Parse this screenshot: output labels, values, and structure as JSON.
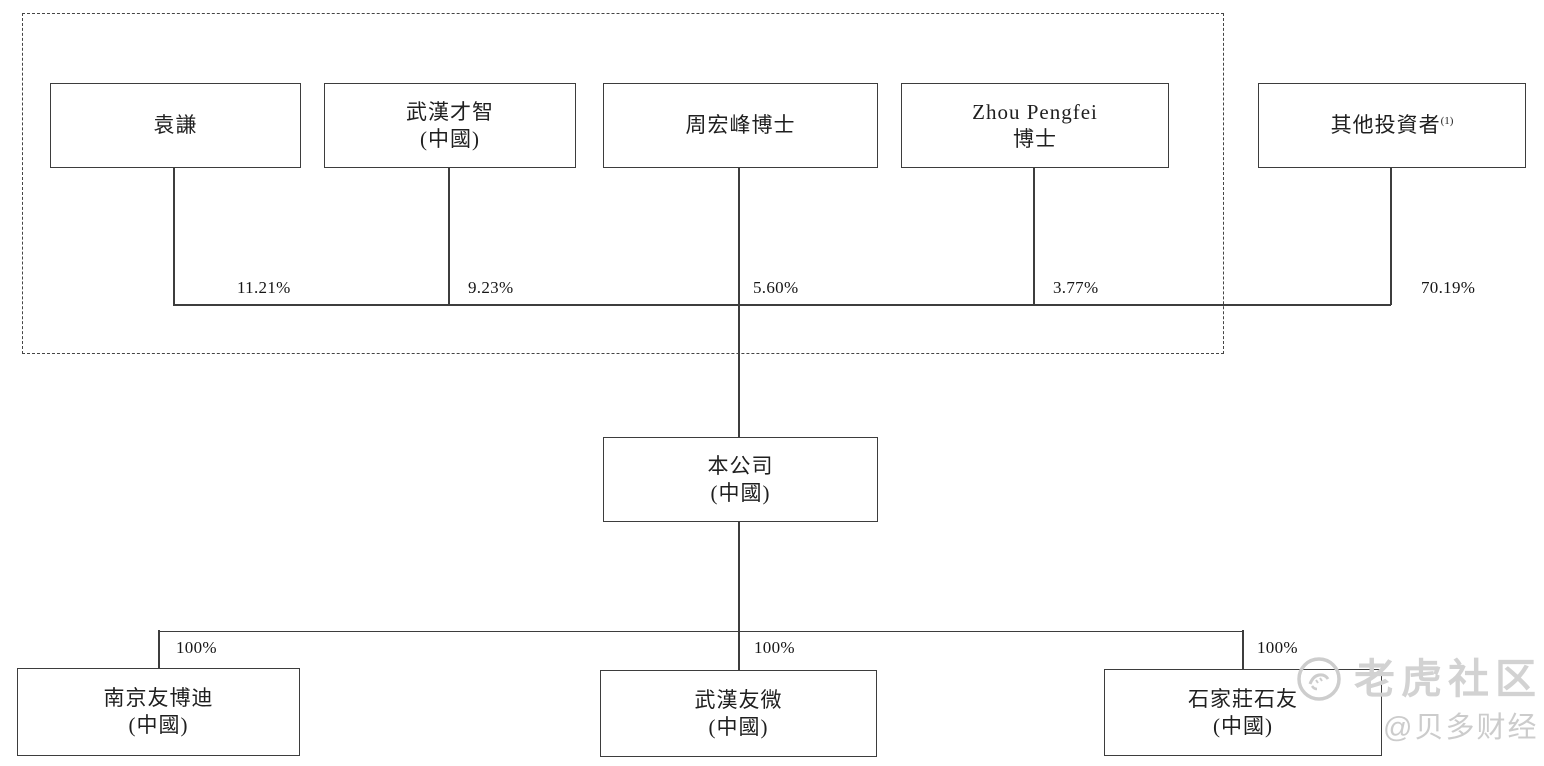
{
  "diagram_title": "shareholding-structure",
  "shareholders": [
    {
      "name": "袁謙",
      "line2": "",
      "pct": "11.21%"
    },
    {
      "name": "武漢才智",
      "line2": "(中國)",
      "pct": "9.23%"
    },
    {
      "name": "周宏峰博士",
      "line2": "",
      "pct": "5.60%"
    },
    {
      "name": "Zhou Pengfei",
      "line2": "博士",
      "pct": "3.77%"
    },
    {
      "name": "其他投資者",
      "sup": "(1)",
      "line2": "",
      "pct": "70.19%"
    }
  ],
  "company": {
    "name": "本公司",
    "line2": "(中國)"
  },
  "subsidiaries": [
    {
      "name": "南京友博迪",
      "line2": "(中國)",
      "pct": "100%"
    },
    {
      "name": "武漢友微",
      "line2": "(中國)",
      "pct": "100%"
    },
    {
      "name": "石家莊石友",
      "line2": "(中國)",
      "pct": "100%"
    }
  ],
  "watermark": {
    "brand": "老虎社区",
    "handle": "@贝多财经"
  },
  "colors": {
    "line": "#3d3d3d",
    "text": "#1f1f1f",
    "watermark": "#cdcdcd",
    "background": "#ffffff"
  }
}
